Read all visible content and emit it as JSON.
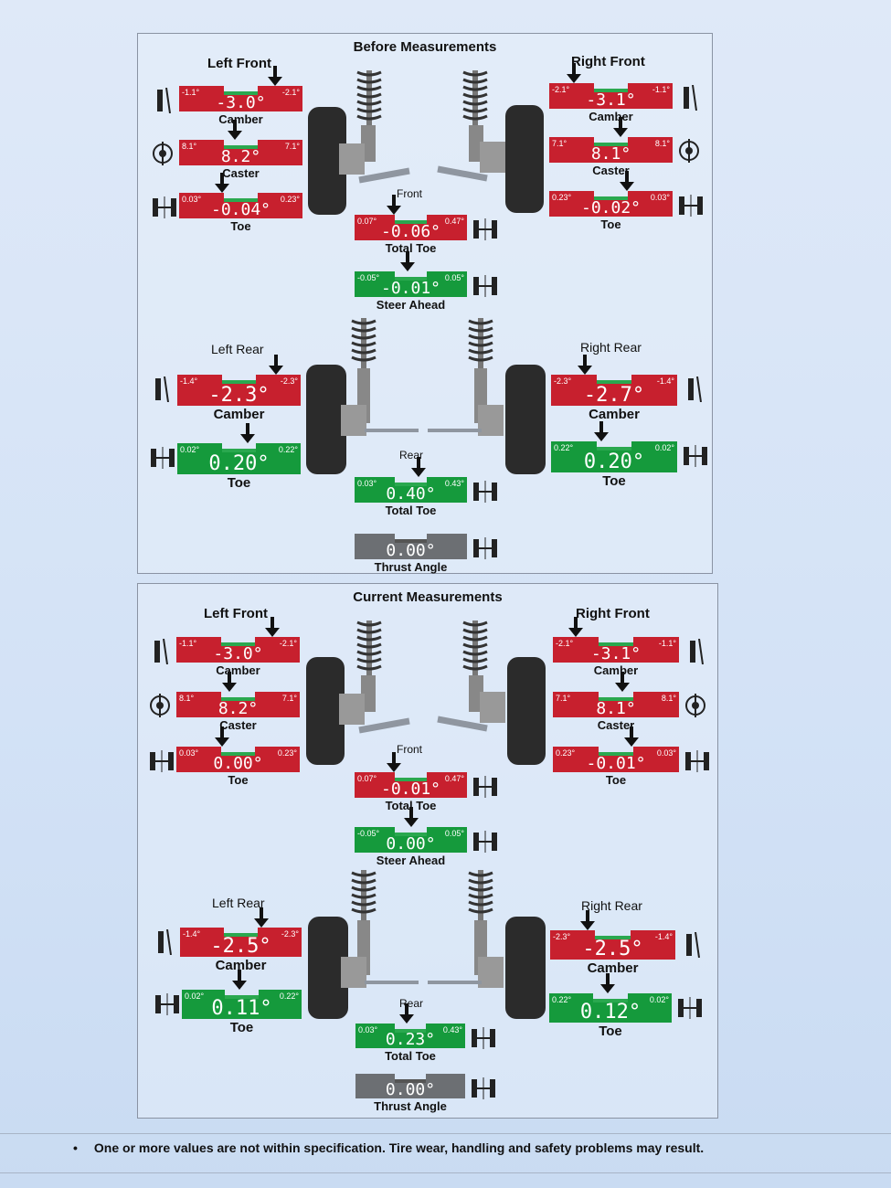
{
  "colors": {
    "red": "#c7202e",
    "green": "#159a3c",
    "gray": "#6c6f73",
    "ok_notch": "#2aa84f"
  },
  "before": {
    "title": "Before Measurements",
    "left_front": {
      "label": "Left Front",
      "camber": {
        "lo": "-1.1°",
        "hi": "-2.1°",
        "value": "-3.0°",
        "caption": "Camber"
      },
      "caster": {
        "lo": "8.1°",
        "hi": "7.1°",
        "value": "8.2°",
        "caption": "Caster"
      },
      "toe": {
        "lo": "0.03°",
        "hi": "0.23°",
        "value": "-0.04°",
        "caption": "Toe"
      }
    },
    "right_front": {
      "label": "Right Front",
      "camber": {
        "lo": "-2.1°",
        "hi": "-1.1°",
        "value": "-3.1°",
        "caption": "Camber"
      },
      "caster": {
        "lo": "7.1°",
        "hi": "8.1°",
        "value": "8.1°",
        "caption": "Caster"
      },
      "toe": {
        "lo": "0.23°",
        "hi": "0.03°",
        "value": "-0.02°",
        "caption": "Toe"
      }
    },
    "front": {
      "label": "Front",
      "total_toe": {
        "lo": "0.07°",
        "hi": "0.47°",
        "value": "-0.06°",
        "caption": "Total Toe"
      },
      "steer_ahead": {
        "lo": "-0.05°",
        "hi": "0.05°",
        "value": "-0.01°",
        "caption": "Steer Ahead"
      }
    },
    "left_rear": {
      "label": "Left Rear",
      "camber": {
        "lo": "-1.4°",
        "hi": "-2.3°",
        "value": "-2.3°",
        "caption": "Camber"
      },
      "toe": {
        "lo": "0.02°",
        "hi": "0.22°",
        "value": "0.20°",
        "caption": "Toe"
      }
    },
    "right_rear": {
      "label": "Right Rear",
      "camber": {
        "lo": "-2.3°",
        "hi": "-1.4°",
        "value": "-2.7°",
        "caption": "Camber"
      },
      "toe": {
        "lo": "0.22°",
        "hi": "0.02°",
        "value": "0.20°",
        "caption": "Toe"
      }
    },
    "rear": {
      "label": "Rear",
      "total_toe": {
        "lo": "0.03°",
        "hi": "0.43°",
        "value": "0.40°",
        "caption": "Total Toe"
      },
      "thrust": {
        "lo": "",
        "hi": "",
        "value": "0.00°",
        "caption": "Thrust Angle"
      }
    }
  },
  "current": {
    "title": "Current Measurements",
    "left_front": {
      "label": "Left Front",
      "camber": {
        "lo": "-1.1°",
        "hi": "-2.1°",
        "value": "-3.0°",
        "caption": "Camber"
      },
      "caster": {
        "lo": "8.1°",
        "hi": "7.1°",
        "value": "8.2°",
        "caption": "Caster"
      },
      "toe": {
        "lo": "0.03°",
        "hi": "0.23°",
        "value": "0.00°",
        "caption": "Toe"
      }
    },
    "right_front": {
      "label": "Right Front",
      "camber": {
        "lo": "-2.1°",
        "hi": "-1.1°",
        "value": "-3.1°",
        "caption": "Camber"
      },
      "caster": {
        "lo": "7.1°",
        "hi": "8.1°",
        "value": "8.1°",
        "caption": "Caster"
      },
      "toe": {
        "lo": "0.23°",
        "hi": "0.03°",
        "value": "-0.01°",
        "caption": "Toe"
      }
    },
    "front": {
      "label": "Front",
      "total_toe": {
        "lo": "0.07°",
        "hi": "0.47°",
        "value": "-0.01°",
        "caption": "Total Toe"
      },
      "steer_ahead": {
        "lo": "-0.05°",
        "hi": "0.05°",
        "value": "0.00°",
        "caption": "Steer Ahead"
      }
    },
    "left_rear": {
      "label": "Left Rear",
      "camber": {
        "lo": "-1.4°",
        "hi": "-2.3°",
        "value": "-2.5°",
        "caption": "Camber"
      },
      "toe": {
        "lo": "0.02°",
        "hi": "0.22°",
        "value": "0.11°",
        "caption": "Toe"
      }
    },
    "right_rear": {
      "label": "Right Rear",
      "camber": {
        "lo": "-2.3°",
        "hi": "-1.4°",
        "value": "-2.5°",
        "caption": "Camber"
      },
      "toe": {
        "lo": "0.22°",
        "hi": "0.02°",
        "value": "0.12°",
        "caption": "Toe"
      }
    },
    "rear": {
      "label": "Rear",
      "total_toe": {
        "lo": "0.03°",
        "hi": "0.43°",
        "value": "0.23°",
        "caption": "Total Toe"
      },
      "thrust": {
        "lo": "",
        "hi": "",
        "value": "0.00°",
        "caption": "Thrust Angle"
      }
    }
  },
  "footer": {
    "bullet": "•",
    "text": "One or more values are not within specification. Tire wear, handling and safety problems may result."
  }
}
